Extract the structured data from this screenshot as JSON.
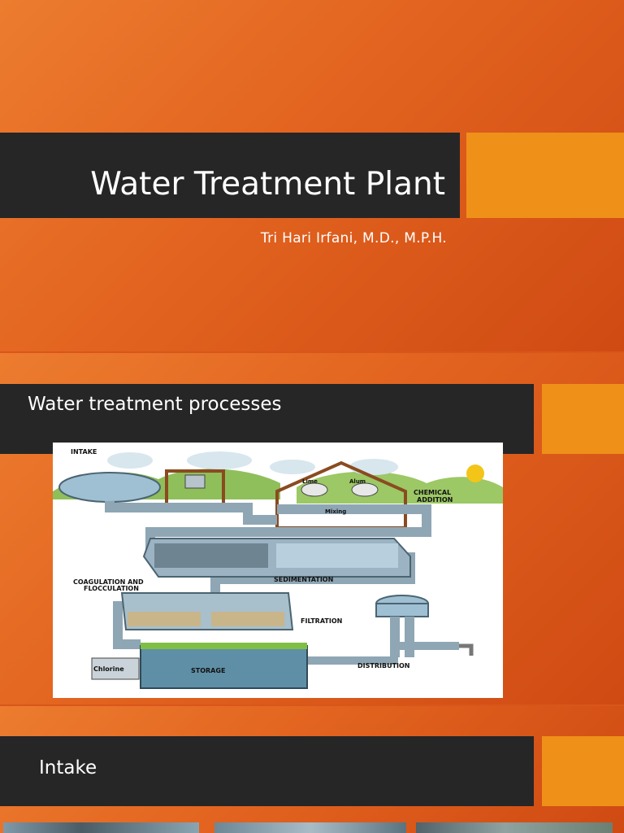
{
  "slide1": {
    "title": "Water Treatment Plant",
    "subtitle": "Tri Hari Irfani, M.D., M.P.H."
  },
  "slide2": {
    "title": "Water treatment processes",
    "diagram": {
      "labels": {
        "intake": "INTAKE",
        "lime": "Lime",
        "alum": "Alum",
        "chemical_addition_1": "CHEMICAL",
        "chemical_addition_2": "ADDITION",
        "mixing": "Mixing",
        "coagulation_1": "COAGULATION AND",
        "coagulation_2": "FLOCCULATION",
        "sedimentation": "SEDIMENTATION",
        "filtration": "FILTRATION",
        "chlorine": "Chlorine",
        "storage": "STORAGE",
        "distribution": "DISTRIBUTION"
      }
    }
  },
  "slide3": {
    "title": "Intake"
  },
  "colors": {
    "background_orange": "#e2631f",
    "title_bar": "#262626",
    "accent": "#ef9019",
    "pipe": "#8fa6b4"
  }
}
